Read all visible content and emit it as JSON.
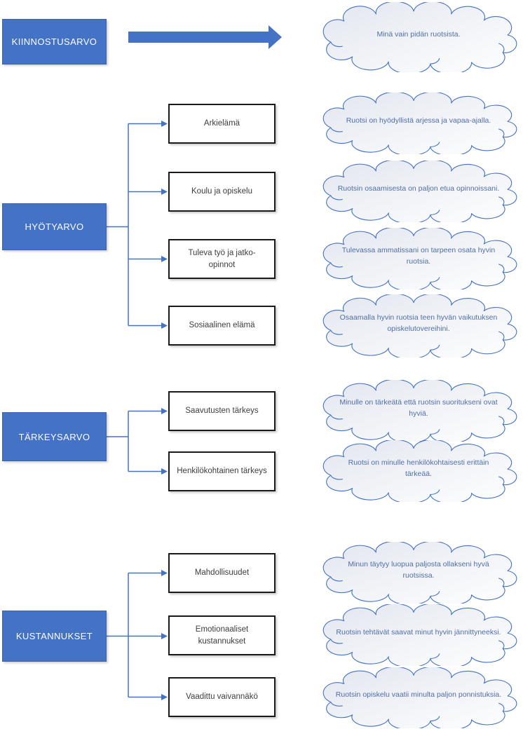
{
  "colors": {
    "accent_blue": "#4472C4",
    "connector_blue": "#4472C4",
    "box_border_black": "#1a1a1a",
    "box_text_gray": "#3d3d3d",
    "cloud_outline_blue": "#4472C4",
    "cloud_fill_light": "#e2e6ee",
    "cloud_text_blue": "#506EAA",
    "category_text_white": "#ffffff"
  },
  "diagram": {
    "sections": [
      {
        "label": "KIINNOSTUSARVO",
        "cloud": "Minä vain pidän ruotsista."
      },
      {
        "label": "HYÖTYARVO",
        "items": [
          {
            "label": "Arkielämä",
            "cloud": "Ruotsi on hyödyllistä arjessa ja vapaa-ajalla."
          },
          {
            "label": "Koulu ja opiskelu",
            "cloud": "Ruotsin osaamisesta on paljon etua opinnoissani."
          },
          {
            "label": "Tuleva työ ja jatko-opinnot",
            "cloud": "Tulevassa ammatissani on tarpeen osata hyvin ruotsia."
          },
          {
            "label": "Sosiaalinen elämä",
            "cloud": "Osaamalla hyvin ruotsia teen hyvän vaikutuksen opiskelutovereihini."
          }
        ]
      },
      {
        "label": "TÄRKEYSARVO",
        "items": [
          {
            "label": "Saavutusten tärkeys",
            "cloud": "Minulle on tärkeätä että ruotsin suoritukseni ovat hyviä."
          },
          {
            "label": "Henkilökohtainen tärkeys",
            "cloud": "Ruotsi on minulle henkilökohtaisesti erittäin tärkeää."
          }
        ]
      },
      {
        "label": "KUSTANNUKSET",
        "items": [
          {
            "label": "Mahdollisuudet",
            "cloud": "Minun täytyy luopua paljosta ollakseni hyvä ruotsissa."
          },
          {
            "label": "Emotionaaliset kustannukset",
            "cloud": "Ruotsin tehtävät saavat minut hyvin jännittyneeksi."
          },
          {
            "label": "Vaadittu vaivannäkö",
            "cloud": "Ruotsin opiskelu vaatii minulta paljon ponnistuksia."
          }
        ]
      }
    ]
  }
}
